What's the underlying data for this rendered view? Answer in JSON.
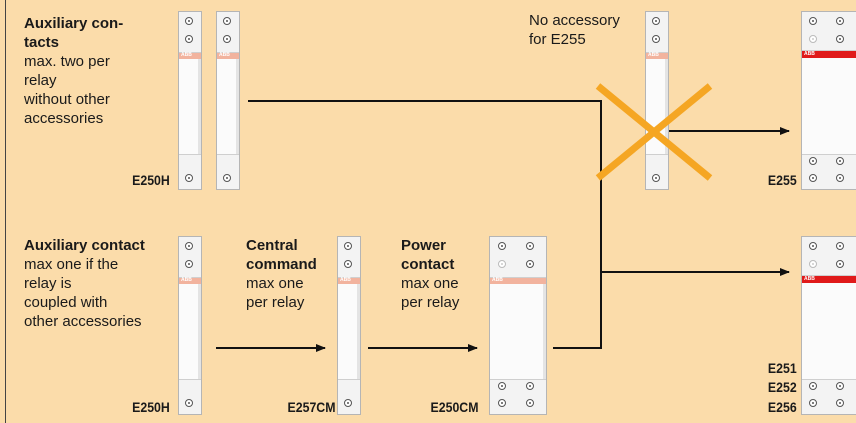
{
  "top_left": {
    "title_line1": "Auxiliary con-",
    "title_line2": "tacts",
    "desc": [
      "max. two per",
      "relay",
      "without other",
      "accessories"
    ],
    "code": "E250H"
  },
  "top_right": {
    "note_line1": "No accessory",
    "note_line2": "for E255",
    "code": "E255"
  },
  "bottom": {
    "aux": {
      "title": "Auxiliary contact",
      "desc": [
        "max one if the",
        "relay is",
        "coupled with",
        "other accessories"
      ],
      "code": "E250H"
    },
    "central": {
      "title_line1": "Central",
      "title_line2": "command",
      "desc": [
        "max one",
        "per relay"
      ],
      "code": "E257CM"
    },
    "power": {
      "title_line1": "Power",
      "title_line2": "contact",
      "desc": [
        "max one",
        "per relay"
      ],
      "code": "E250CM"
    },
    "relay_codes": [
      "E251",
      "E252",
      "E256"
    ]
  },
  "brand_mark": "ABB",
  "colors": {
    "background": "#fbdcaa",
    "cross": "#f5a623",
    "brand_red": "#e01a1a"
  }
}
